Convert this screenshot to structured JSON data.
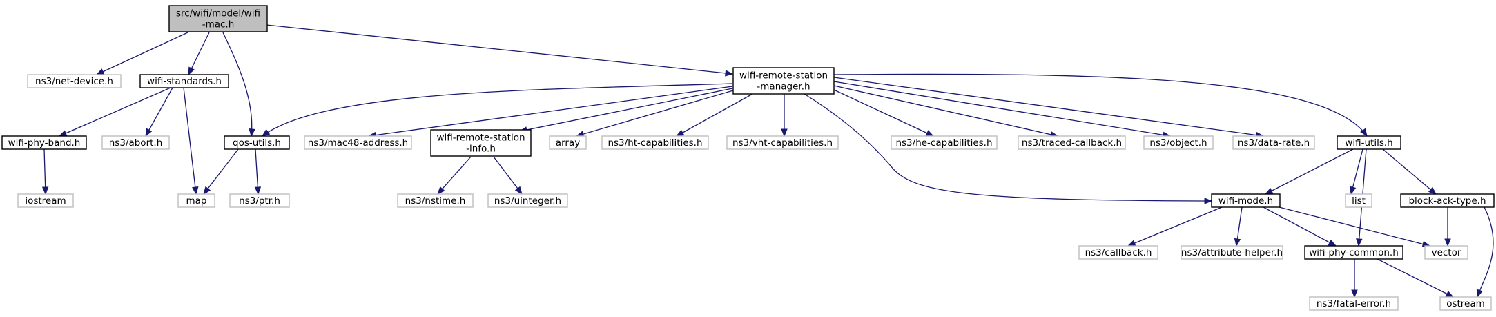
{
  "graph": {
    "title": "src/wifi/model/wifi-mac.h include dependency graph",
    "colors": {
      "edge": "#191970",
      "root_fill": "#bfbfbf",
      "external_border": "#bfbfbf",
      "internal_border": "#000000"
    },
    "nodes": [
      {
        "id": "root",
        "kind": "root",
        "lines": [
          "src/wifi/model/wifi",
          "-mac.h"
        ]
      },
      {
        "id": "net-device",
        "kind": "ext",
        "lines": [
          "ns3/net-device.h"
        ]
      },
      {
        "id": "wifi-standards",
        "kind": "int",
        "lines": [
          "wifi-standards.h"
        ]
      },
      {
        "id": "wrsm",
        "kind": "int",
        "lines": [
          "wifi-remote-station",
          "-manager.h"
        ]
      },
      {
        "id": "wifi-phy-band",
        "kind": "int",
        "lines": [
          "wifi-phy-band.h"
        ]
      },
      {
        "id": "abort",
        "kind": "ext",
        "lines": [
          "ns3/abort.h"
        ]
      },
      {
        "id": "qos-utils",
        "kind": "int",
        "lines": [
          "qos-utils.h"
        ]
      },
      {
        "id": "mac48",
        "kind": "ext",
        "lines": [
          "ns3/mac48-address.h"
        ]
      },
      {
        "id": "wrsi",
        "kind": "int",
        "lines": [
          "wifi-remote-station",
          "-info.h"
        ]
      },
      {
        "id": "array",
        "kind": "ext",
        "lines": [
          "array"
        ]
      },
      {
        "id": "ht-cap",
        "kind": "ext",
        "lines": [
          "ns3/ht-capabilities.h"
        ]
      },
      {
        "id": "vht-cap",
        "kind": "ext",
        "lines": [
          "ns3/vht-capabilities.h"
        ]
      },
      {
        "id": "he-cap",
        "kind": "ext",
        "lines": [
          "ns3/he-capabilities.h"
        ]
      },
      {
        "id": "traced-cb",
        "kind": "ext",
        "lines": [
          "ns3/traced-callback.h"
        ]
      },
      {
        "id": "object",
        "kind": "ext",
        "lines": [
          "ns3/object.h"
        ]
      },
      {
        "id": "data-rate",
        "kind": "ext",
        "lines": [
          "ns3/data-rate.h"
        ]
      },
      {
        "id": "wifi-utils",
        "kind": "int",
        "lines": [
          "wifi-utils.h"
        ]
      },
      {
        "id": "iostream",
        "kind": "ext",
        "lines": [
          "iostream"
        ]
      },
      {
        "id": "map",
        "kind": "ext",
        "lines": [
          "map"
        ]
      },
      {
        "id": "ptr",
        "kind": "ext",
        "lines": [
          "ns3/ptr.h"
        ]
      },
      {
        "id": "nstime",
        "kind": "ext",
        "lines": [
          "ns3/nstime.h"
        ]
      },
      {
        "id": "uinteger",
        "kind": "ext",
        "lines": [
          "ns3/uinteger.h"
        ]
      },
      {
        "id": "wifi-mode",
        "kind": "int",
        "lines": [
          "wifi-mode.h"
        ]
      },
      {
        "id": "list",
        "kind": "ext",
        "lines": [
          "list"
        ]
      },
      {
        "id": "block-ack",
        "kind": "int",
        "lines": [
          "block-ack-type.h"
        ]
      },
      {
        "id": "callback",
        "kind": "ext",
        "lines": [
          "ns3/callback.h"
        ]
      },
      {
        "id": "attr-helper",
        "kind": "ext",
        "lines": [
          "ns3/attribute-helper.h"
        ]
      },
      {
        "id": "phy-common",
        "kind": "int",
        "lines": [
          "wifi-phy-common.h"
        ]
      },
      {
        "id": "vector",
        "kind": "ext",
        "lines": [
          "vector"
        ]
      },
      {
        "id": "fatal-error",
        "kind": "ext",
        "lines": [
          "ns3/fatal-error.h"
        ]
      },
      {
        "id": "ostream",
        "kind": "ext",
        "lines": [
          "ostream"
        ]
      }
    ],
    "edges": [
      [
        "root",
        "net-device"
      ],
      [
        "root",
        "wifi-standards"
      ],
      [
        "root",
        "qos-utils"
      ],
      [
        "root",
        "wrsm"
      ],
      [
        "wifi-standards",
        "wifi-phy-band"
      ],
      [
        "wifi-standards",
        "abort"
      ],
      [
        "wifi-standards",
        "map"
      ],
      [
        "wifi-phy-band",
        "iostream"
      ],
      [
        "qos-utils",
        "map"
      ],
      [
        "qos-utils",
        "ptr"
      ],
      [
        "wrsm",
        "qos-utils"
      ],
      [
        "wrsm",
        "mac48"
      ],
      [
        "wrsm",
        "wrsi"
      ],
      [
        "wrsm",
        "array"
      ],
      [
        "wrsm",
        "ht-cap"
      ],
      [
        "wrsm",
        "vht-cap"
      ],
      [
        "wrsm",
        "he-cap"
      ],
      [
        "wrsm",
        "traced-cb"
      ],
      [
        "wrsm",
        "object"
      ],
      [
        "wrsm",
        "data-rate"
      ],
      [
        "wrsm",
        "wifi-utils"
      ],
      [
        "wrsm",
        "wifi-mode"
      ],
      [
        "wrsi",
        "nstime"
      ],
      [
        "wrsi",
        "uinteger"
      ],
      [
        "wifi-utils",
        "wifi-mode"
      ],
      [
        "wifi-utils",
        "list"
      ],
      [
        "wifi-utils",
        "phy-common"
      ],
      [
        "wifi-utils",
        "block-ack"
      ],
      [
        "wifi-mode",
        "callback"
      ],
      [
        "wifi-mode",
        "attr-helper"
      ],
      [
        "wifi-mode",
        "phy-common"
      ],
      [
        "wifi-mode",
        "vector"
      ],
      [
        "block-ack",
        "vector"
      ],
      [
        "block-ack",
        "ostream"
      ],
      [
        "phy-common",
        "fatal-error"
      ],
      [
        "phy-common",
        "ostream"
      ]
    ]
  }
}
